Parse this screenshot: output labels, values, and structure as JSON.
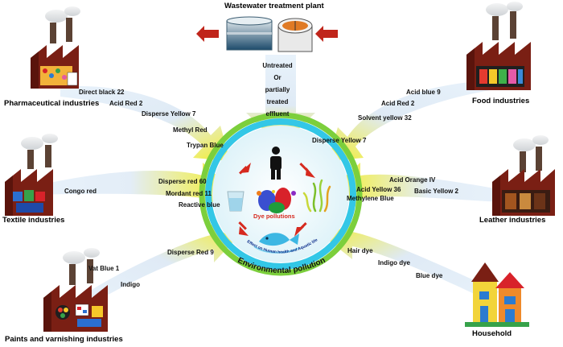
{
  "plant": {
    "title": "Wastewater treatment plant",
    "effluent_lines": [
      "Untreated",
      "Or",
      "partially",
      "treated",
      "effluent"
    ]
  },
  "sources": {
    "pharmaceutical": {
      "title": "Pharmaceutical industries",
      "dyes": [
        "Direct black 22",
        "Acid Red 2",
        "Disperse Yellow 7",
        "Methyl Red",
        "Trypan Blue"
      ]
    },
    "food": {
      "title": "Food industries",
      "dyes": [
        "Acid blue 9",
        "Acid Red 2",
        "Solvent yellow 32",
        "Disperse Yellow 7"
      ]
    },
    "textile": {
      "title": "Textile industries",
      "dyes": [
        "Congo red",
        "Disperse red 60",
        "Mordant red 11",
        "Reactive blue"
      ]
    },
    "leather": {
      "title": "Leather industries",
      "dyes": [
        "Acid Orange IV",
        "Acid Yellow 36",
        "Methylene Blue",
        "Basic Yellow 2"
      ]
    },
    "paints": {
      "title": "Paints and varnishing industries",
      "dyes": [
        "Disperse Red 9",
        "Vat Blue 1",
        "Indigo"
      ]
    },
    "household": {
      "title": "Household",
      "dyes": [
        "Hair dye",
        "Indigo dye",
        "Blue dye"
      ]
    }
  },
  "center": {
    "dye_label": "Dye pollutions",
    "health_label": "Effect on Human health and Aquatic life",
    "ring_label": "Environmental pollution"
  },
  "colors": {
    "arrow_yellow": "#f2ec3a",
    "ring_green": "#7ccf3c",
    "ring_cyan": "#33c7e6",
    "inner_fill": "#e9f7fb",
    "factory_brick": "#7a1f14",
    "red_arrow": "#d62a1f"
  }
}
